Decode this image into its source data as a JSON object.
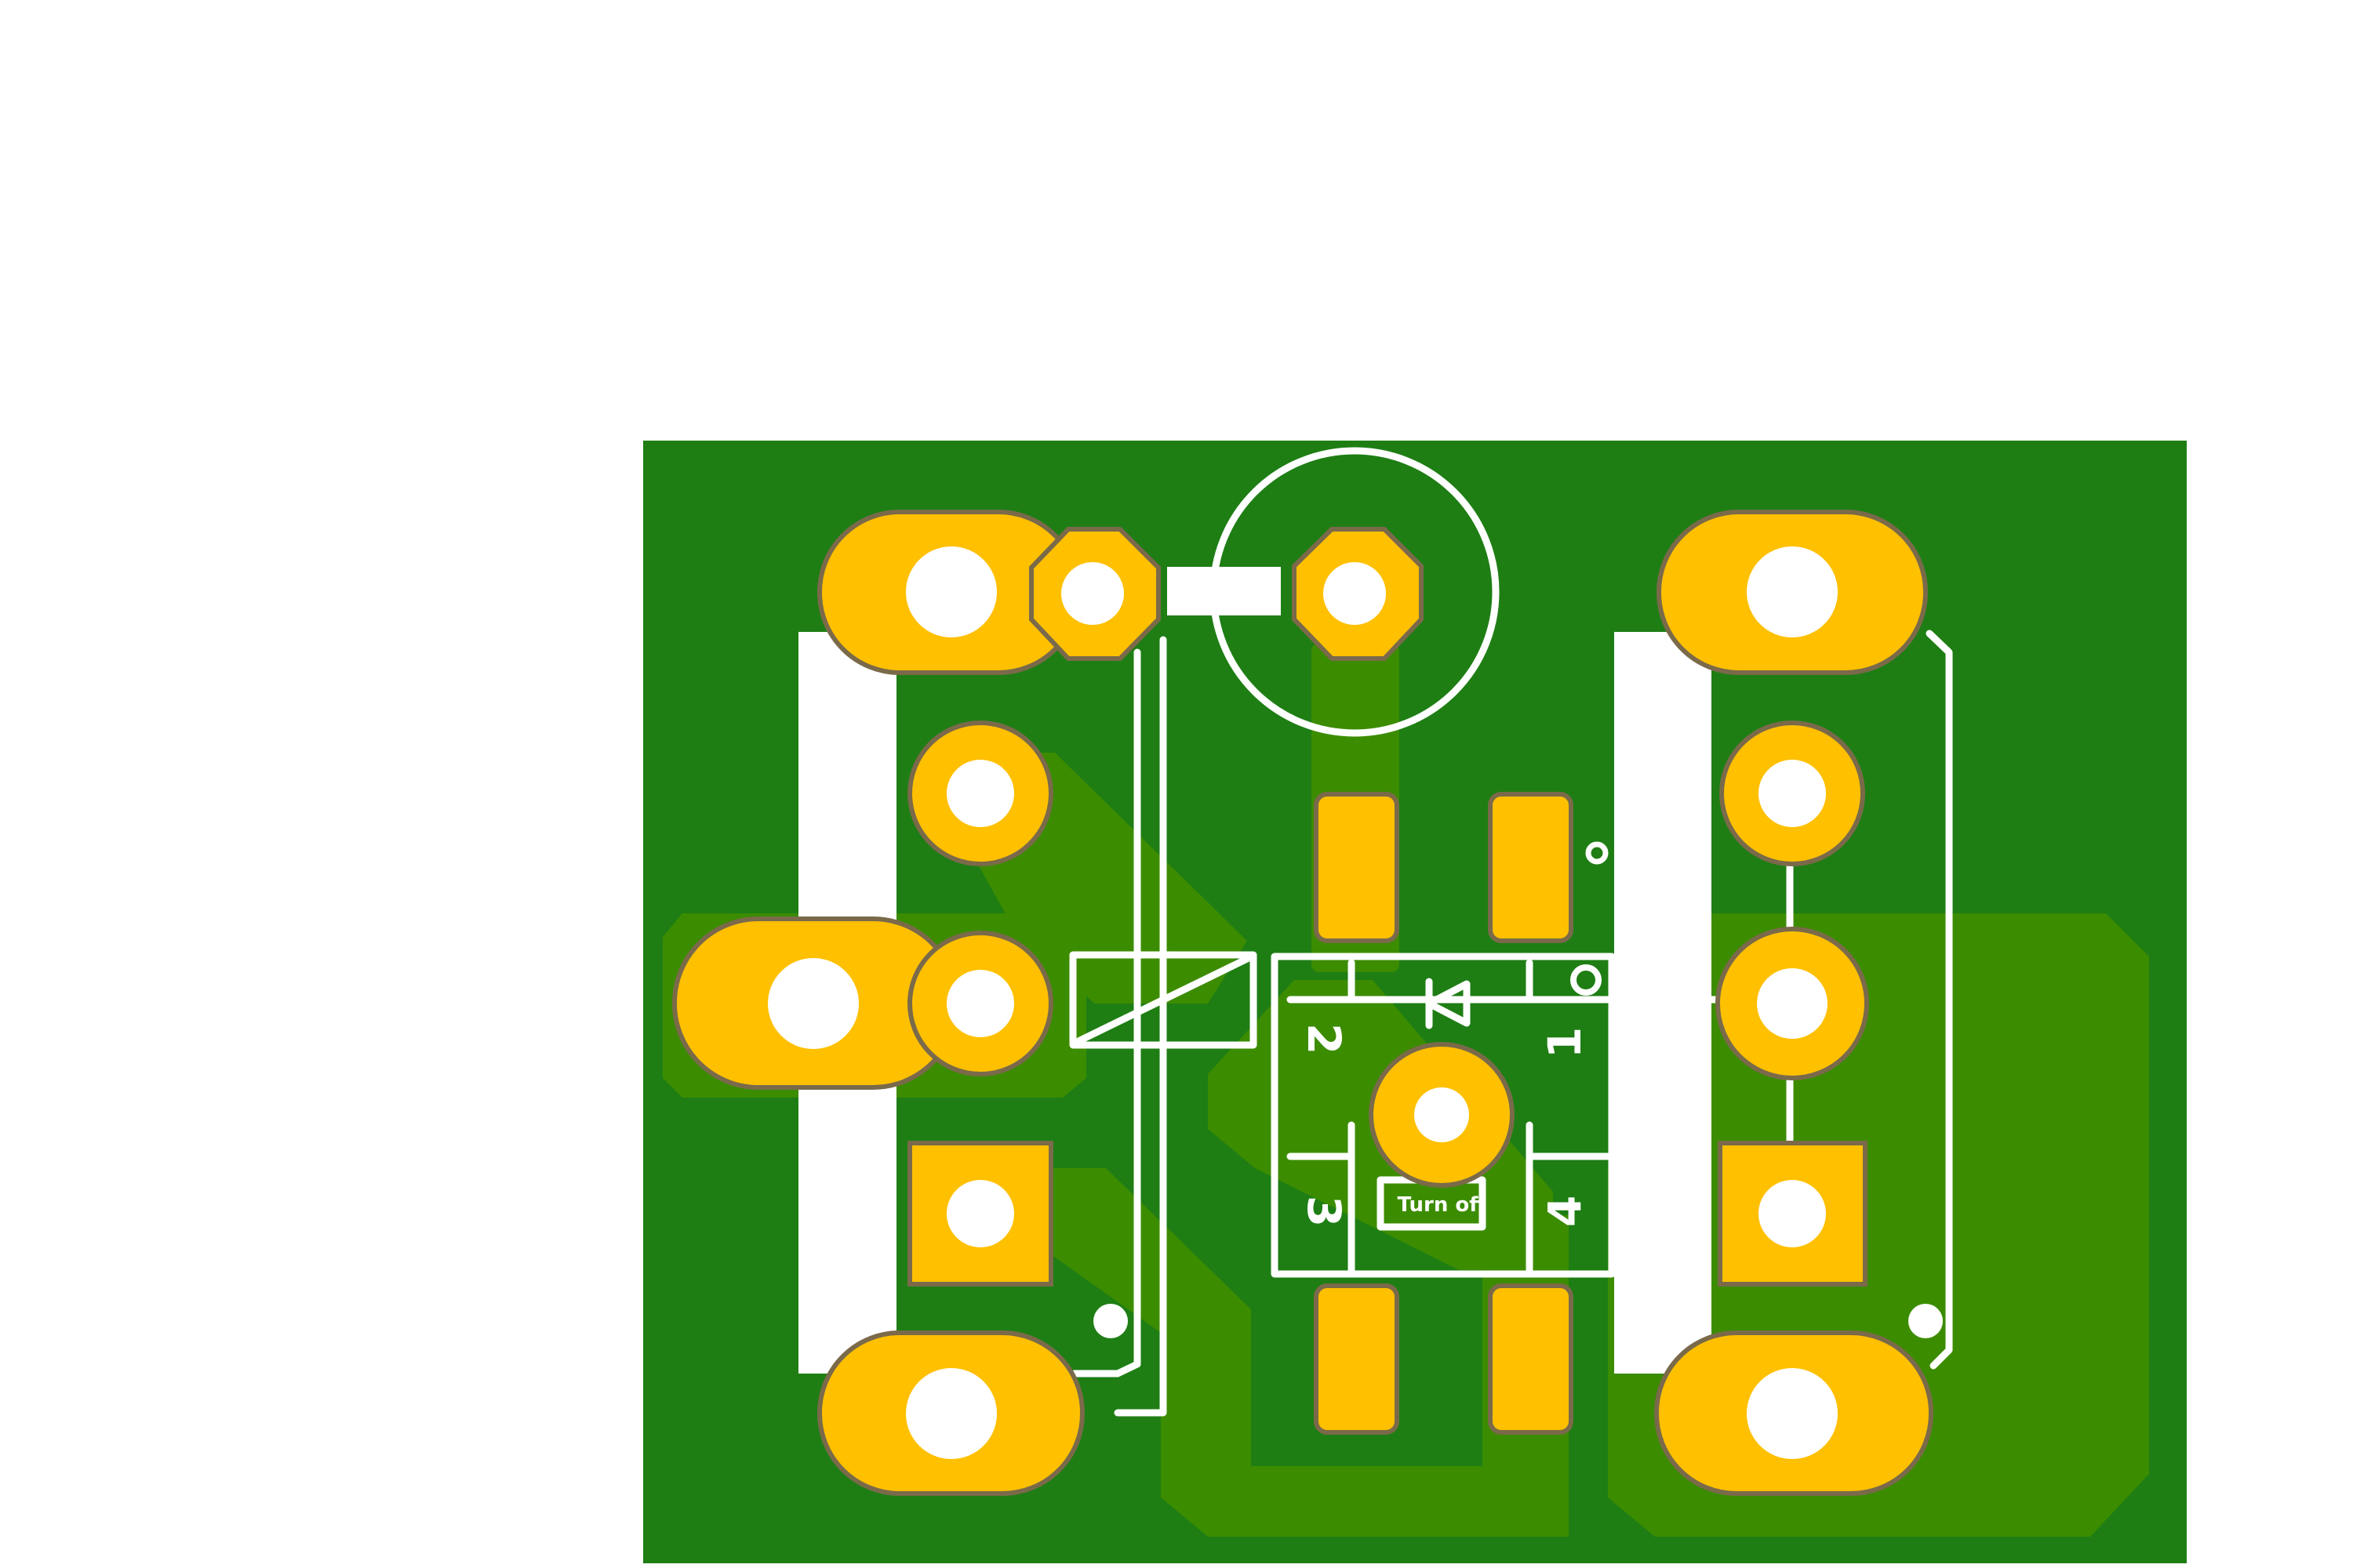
{
  "colors": {
    "board": "#1e7e14",
    "copper_pour": "#3c8c00",
    "pad": "#ffc000",
    "pad_outline": "#7a6a4a",
    "silkscreen": "#ffffff",
    "background": "#ffffff"
  },
  "silkscreen_labels": {
    "switch_label": "Turn off",
    "pin_1": "1",
    "pin_2": "2",
    "pin_3": "3",
    "pin_4": "4"
  }
}
